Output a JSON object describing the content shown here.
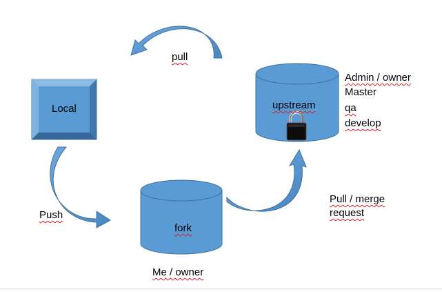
{
  "nodes": {
    "local": {
      "label": "Local"
    },
    "upstream": {
      "label": "upstream"
    },
    "fork": {
      "label": "fork"
    }
  },
  "edges": {
    "pull": {
      "label": "pull"
    },
    "push": {
      "label": "Push"
    },
    "pull_request": {
      "line1": "Pull / merge",
      "line2": "request"
    }
  },
  "upstream_roles": [
    "Admin / owner",
    "Master",
    "qa",
    "develop"
  ],
  "fork_owner": "Me / owner",
  "colors": {
    "fill": "#5b9bd5",
    "stroke": "#41719c",
    "bevel_light": "#7fb2e0",
    "bevel_dark": "#3f78ad",
    "spellcheck": "#d42020"
  },
  "icons": {
    "lock": "padlock-icon"
  }
}
